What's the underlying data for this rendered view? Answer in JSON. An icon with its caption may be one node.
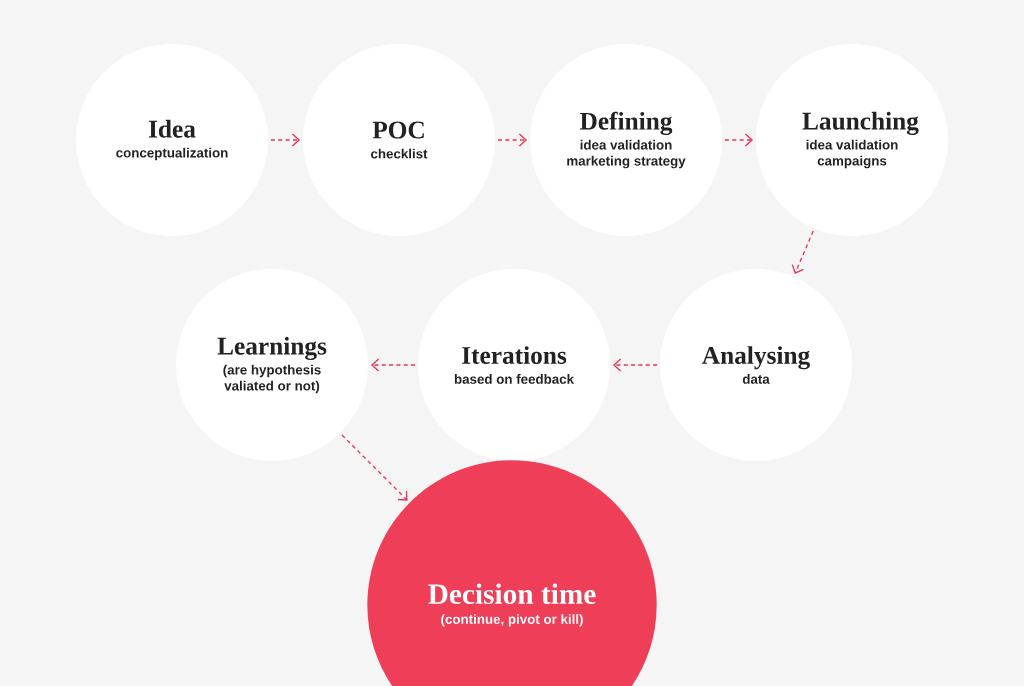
{
  "diagram": {
    "nodes": [
      {
        "text": [
          "Idea",
          "conceptualization"
        ]
      },
      {
        "text": [
          "POC",
          "checklist"
        ]
      },
      {
        "text": [
          "Defining",
          "idea validation marketing strategy"
        ]
      },
      {
        "text": [
          "Launching",
          "idea validation campaigns"
        ]
      },
      {
        "text": [
          "Analysing",
          "data"
        ]
      },
      {
        "text": [
          "Iterations",
          "based on feedback"
        ]
      },
      {
        "text": [
          "Learnings",
          "(are hypothesis valiated or not)"
        ]
      },
      {
        "text": [
          "Decision time",
          "(continue, pivot or kill)"
        ]
      }
    ],
    "edges": [
      {
        "from": 0,
        "to": 1,
        "arrow": "to",
        "style": "dashed"
      },
      {
        "from": 1,
        "to": 2,
        "arrow": "to",
        "style": "dashed"
      },
      {
        "from": 2,
        "to": 3,
        "arrow": "to",
        "style": "dashed"
      },
      {
        "from": 3,
        "to": 4,
        "arrow": "to",
        "style": "dashed"
      },
      {
        "from": 4,
        "to": 5,
        "arrow": "to",
        "style": "dashed"
      },
      {
        "from": 5,
        "to": 6,
        "arrow": "to",
        "style": "dashed"
      },
      {
        "from": 6,
        "to": 7,
        "arrow": "to",
        "style": "dashed"
      }
    ]
  }
}
